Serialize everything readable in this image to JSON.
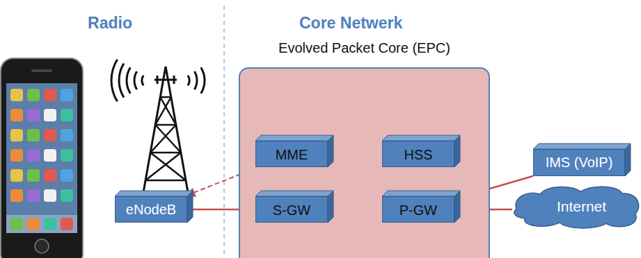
{
  "diagram": {
    "nodes": [
      {
        "text": [
          "eNodeB"
        ]
      },
      {
        "text": [
          "Evolved Packet Core (EPC)"
        ]
      },
      {
        "text": [
          "MME"
        ],
        "in": 1
      },
      {
        "text": [
          "HSS"
        ],
        "in": 1
      },
      {
        "text": [
          "S-GW"
        ],
        "in": 1
      },
      {
        "text": [
          "P-GW"
        ],
        "in": 1
      },
      {
        "text": [
          "IMS (VoIP)"
        ]
      },
      {
        "text": [
          "Internet"
        ]
      }
    ],
    "edges": [
      {
        "from": 0,
        "to": 2,
        "arrow": "both"
      },
      {
        "from": 2,
        "to": 3,
        "arrow": "both"
      },
      {
        "from": 2,
        "to": 4,
        "arrow": "both"
      },
      {
        "from": 0,
        "to": 4,
        "arrow": "none"
      },
      {
        "from": 4,
        "to": 5,
        "arrow": "none"
      },
      {
        "from": 5,
        "to": 6,
        "arrow": "none"
      },
      {
        "from": 5,
        "to": 7,
        "arrow": "none"
      }
    ],
    "labels": [
      "Radio",
      "Core Netwerk"
    ]
  }
}
